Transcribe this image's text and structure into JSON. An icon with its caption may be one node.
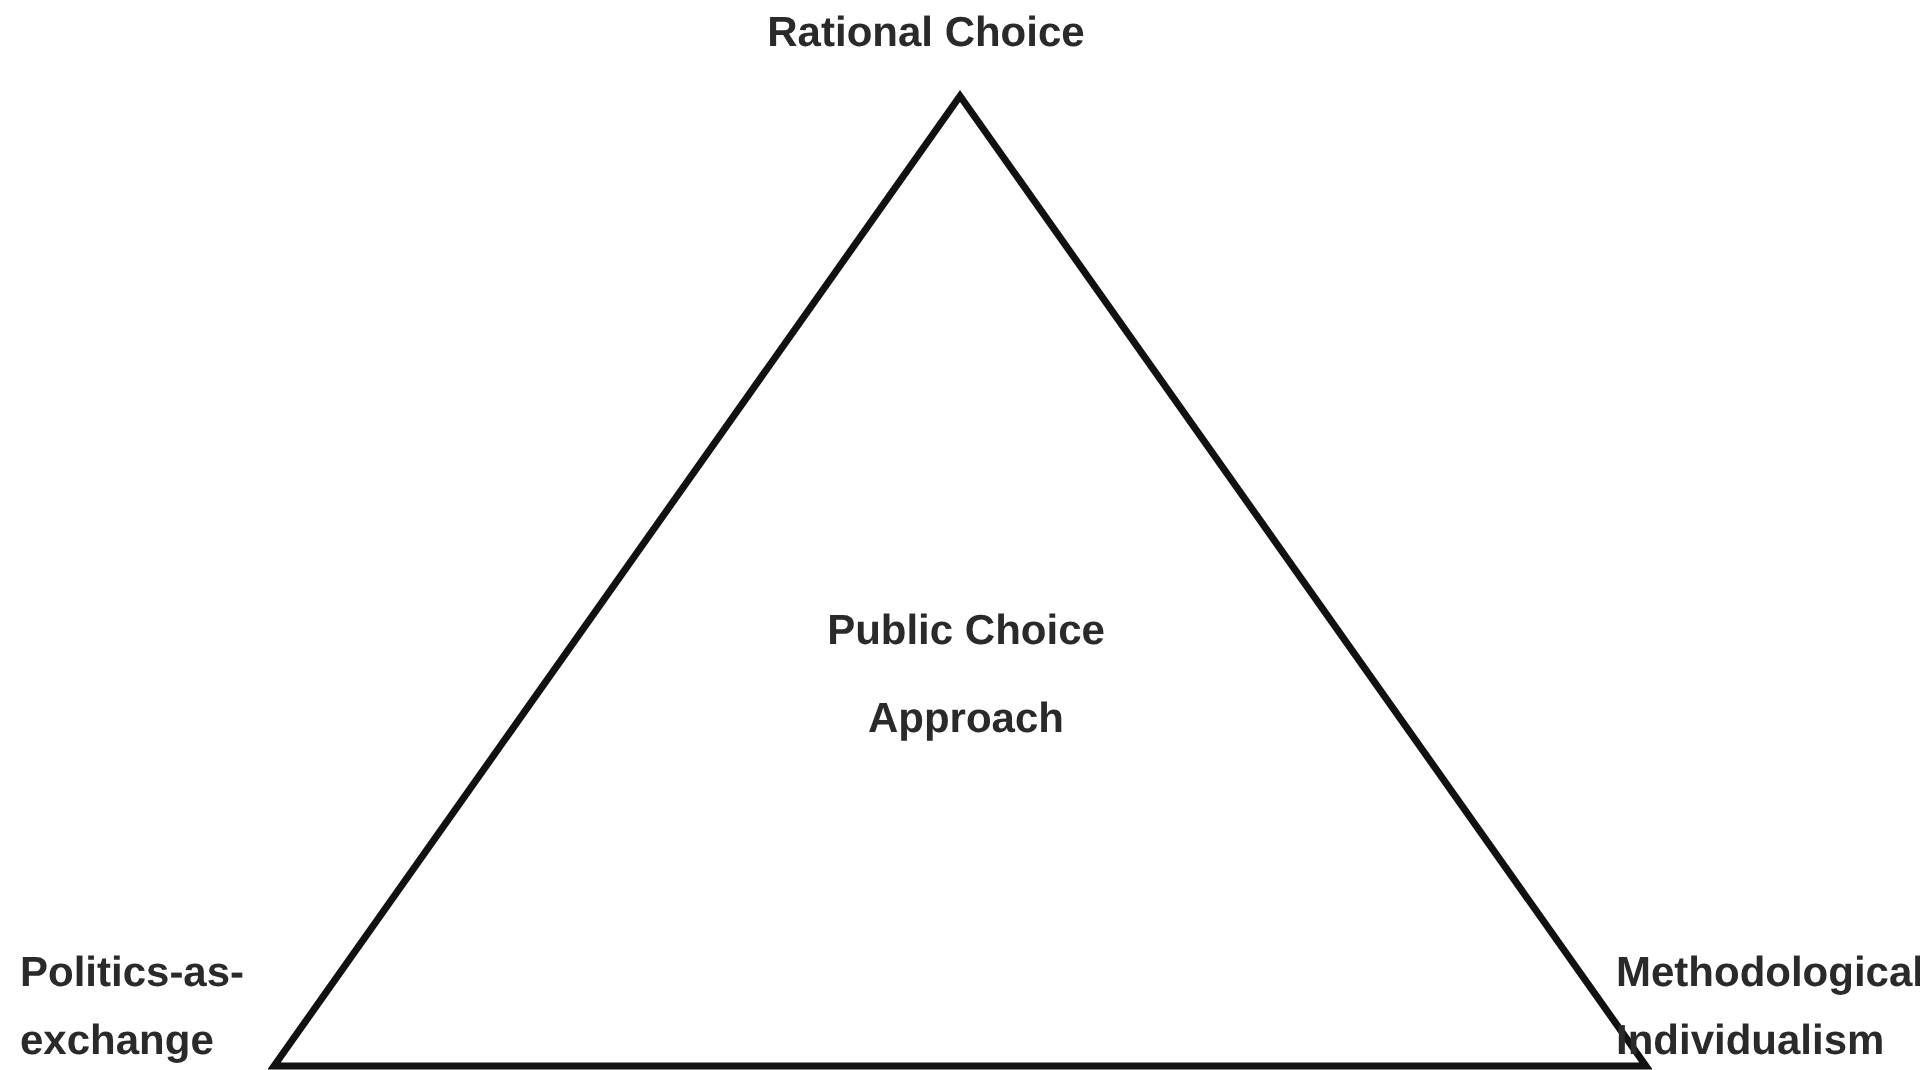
{
  "diagram": {
    "nodes": [
      {
        "text": [
          "Public Choice Approach"
        ]
      }
    ],
    "labels": [
      "Rational Choice",
      "Politics-as-exchange",
      "Methodological Individualism"
    ]
  }
}
